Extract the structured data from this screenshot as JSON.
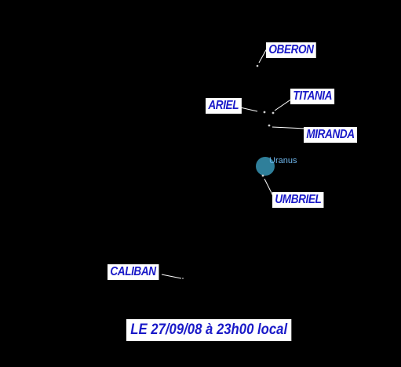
{
  "moons": {
    "oberon": "OBERON",
    "titania": "TITANIA",
    "ariel": "ARIEL",
    "miranda": "MIRANDA",
    "umbriel": "UMBRIEL",
    "caliban": "CALIBAN"
  },
  "planet": {
    "name": "Uranus",
    "color": "#2f7f9a"
  },
  "caption": "LE 27/09/08 à 23h00 local",
  "colors": {
    "background": "#000000",
    "label_text": "#1a1ac8",
    "label_background": "#ffffff",
    "uranus_label": "#6fb7ee"
  }
}
